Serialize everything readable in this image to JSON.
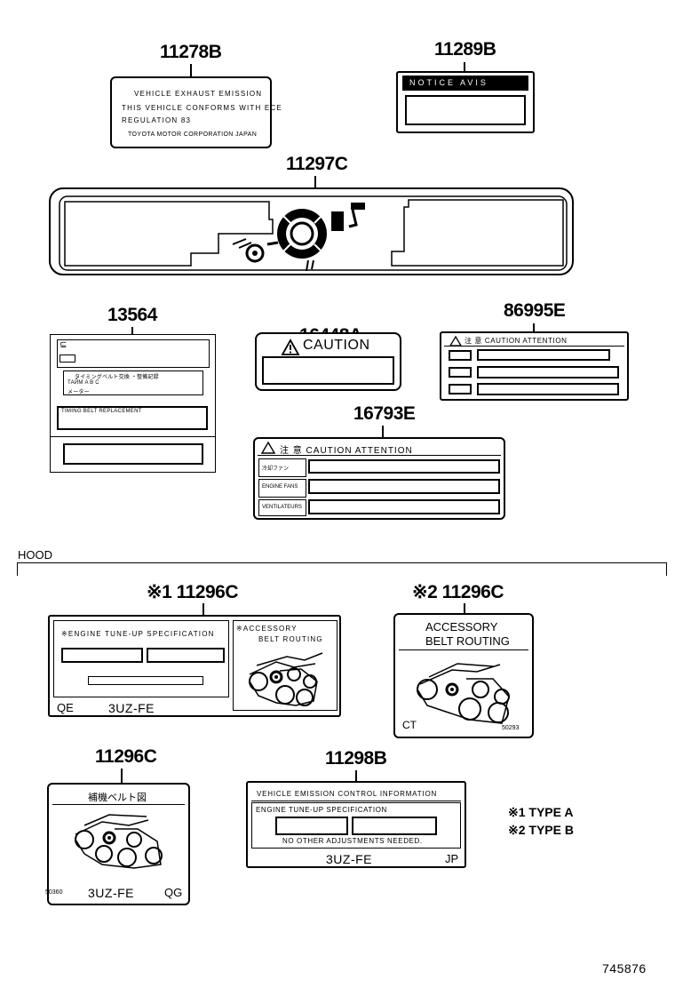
{
  "parts": {
    "p11278B": "11278B",
    "p11289B": "11289B",
    "p11297C": "11297C",
    "p13564": "13564",
    "p16448A": "16448A",
    "p86995E": "86995E",
    "p16793E": "16793E",
    "p11296C_a": "※1 11296C",
    "p11296C_b": "※2 11296C",
    "p11296C_c": "11296C",
    "p11298B": "11298B"
  },
  "label_11278B": {
    "line1": "VEHICLE  EXHAUST  EMISSION",
    "line2": "THIS  VEHICLE  CONFORMS WITH  ECE",
    "line3": "REGULATION  83",
    "line4": "TOYOTA MOTOR CORPORATION JAPAN"
  },
  "label_11289B": {
    "header": "NOTICE   AVIS"
  },
  "label_13564": {
    "line1": "タイミングベルト交換 ・整備記録",
    "line2": "ТАЙМ  A   B   C",
    "line3": "メーター",
    "line4": "TIMING BELT REPLACEMENT"
  },
  "label_16448A": {
    "caption": "CAUTION"
  },
  "label_86995E": {
    "header": "注 意     CAUTION     ATTENTION"
  },
  "label_16793E": {
    "header": "注 意     CAUTION     ATTENTION",
    "row1": "冷却ファン",
    "row2": "ENGINE FANS",
    "row3": "VENTILATEURS"
  },
  "section": {
    "hood": "HOOD"
  },
  "label_11296C_a": {
    "left_title": "※ENGINE  TUNE-UP  SPECIFICATION",
    "right_title_1": "※ACCESSORY",
    "right_title_2": "BELT ROUTING",
    "code": "QE",
    "engine": "3UZ-FE"
  },
  "label_11296C_b": {
    "title_1": "ACCESSORY",
    "title_2": "BELT ROUTING",
    "code": "CT",
    "num": "50293"
  },
  "label_11296C_c": {
    "title": "補機ベルト図",
    "num": "50360",
    "engine": "3UZ-FE",
    "code": "QG"
  },
  "label_11298B": {
    "title": "VEHICLE  EMISSION  CONTROL  INFORMATION",
    "sub": "ENGINE  TUNE-UP  SPECIFICATION",
    "note": "NO  OTHER  ADJUSTMENTS  NEEDED.",
    "engine": "3UZ-FE",
    "code": "JP"
  },
  "legend": {
    "type_a": "※1  TYPE  A",
    "type_b": "※2  TYPE  B"
  },
  "figure_number": "745876"
}
